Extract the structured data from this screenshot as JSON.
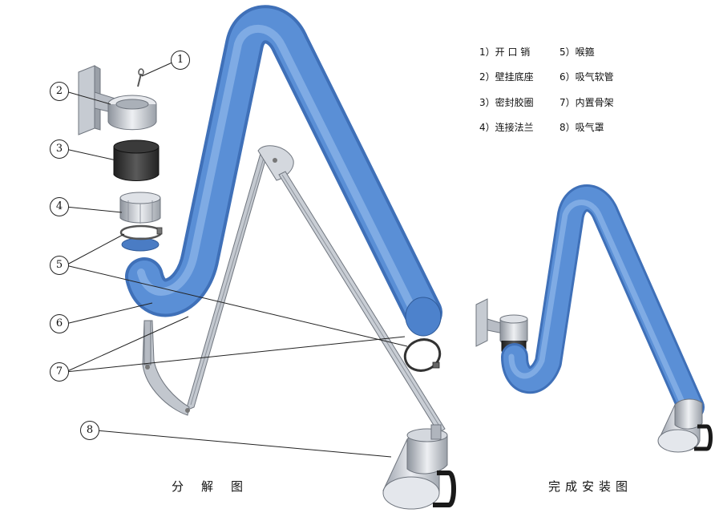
{
  "legend": [
    {
      "text": "1）开 口 销"
    },
    {
      "text": "5）喉箍"
    },
    {
      "text": "2）壁挂底座"
    },
    {
      "text": "6）吸气软管"
    },
    {
      "text": "3）密封胶圈"
    },
    {
      "text": "7）内置骨架"
    },
    {
      "text": "4）连接法兰"
    },
    {
      "text": "8）吸气罩"
    }
  ],
  "callouts": [
    "1",
    "2",
    "3",
    "4",
    "5",
    "6",
    "7",
    "8"
  ],
  "captions": {
    "exploded": "分解图",
    "assembled": "完成安装图"
  },
  "colors": {
    "hose": "#5a8fd6",
    "hose_dark": "#3f70b8",
    "hose_light": "#8fb6ea",
    "metal": "#c9ced6",
    "metal_dark": "#8d939c",
    "gasket": "#2b2b2b",
    "handle": "#1a1a1a"
  }
}
